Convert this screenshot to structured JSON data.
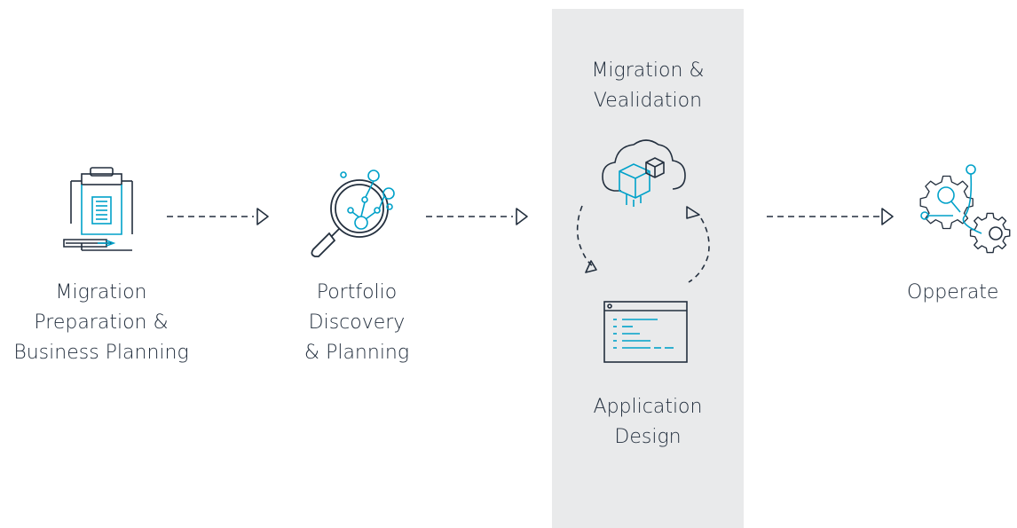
{
  "colors": {
    "ink": "#232f3e",
    "accent": "#00a1c9",
    "panel": "#e9eaeb"
  },
  "steps": [
    {
      "id": "prepare",
      "label": "Migration\nPreparation &\nBusiness Planning",
      "icon": "clipboard-document-icon"
    },
    {
      "id": "discover",
      "label": "Portfolio\nDiscovery\n& Planning",
      "icon": "magnifier-network-icon"
    },
    {
      "id": "migrate",
      "label": "Migration &\nVealidation",
      "icon": "cloud-cubes-icon"
    },
    {
      "id": "design",
      "label": "Application\nDesign",
      "icon": "code-window-icon"
    },
    {
      "id": "operate",
      "label": "Opperate",
      "icon": "gears-icon"
    }
  ]
}
